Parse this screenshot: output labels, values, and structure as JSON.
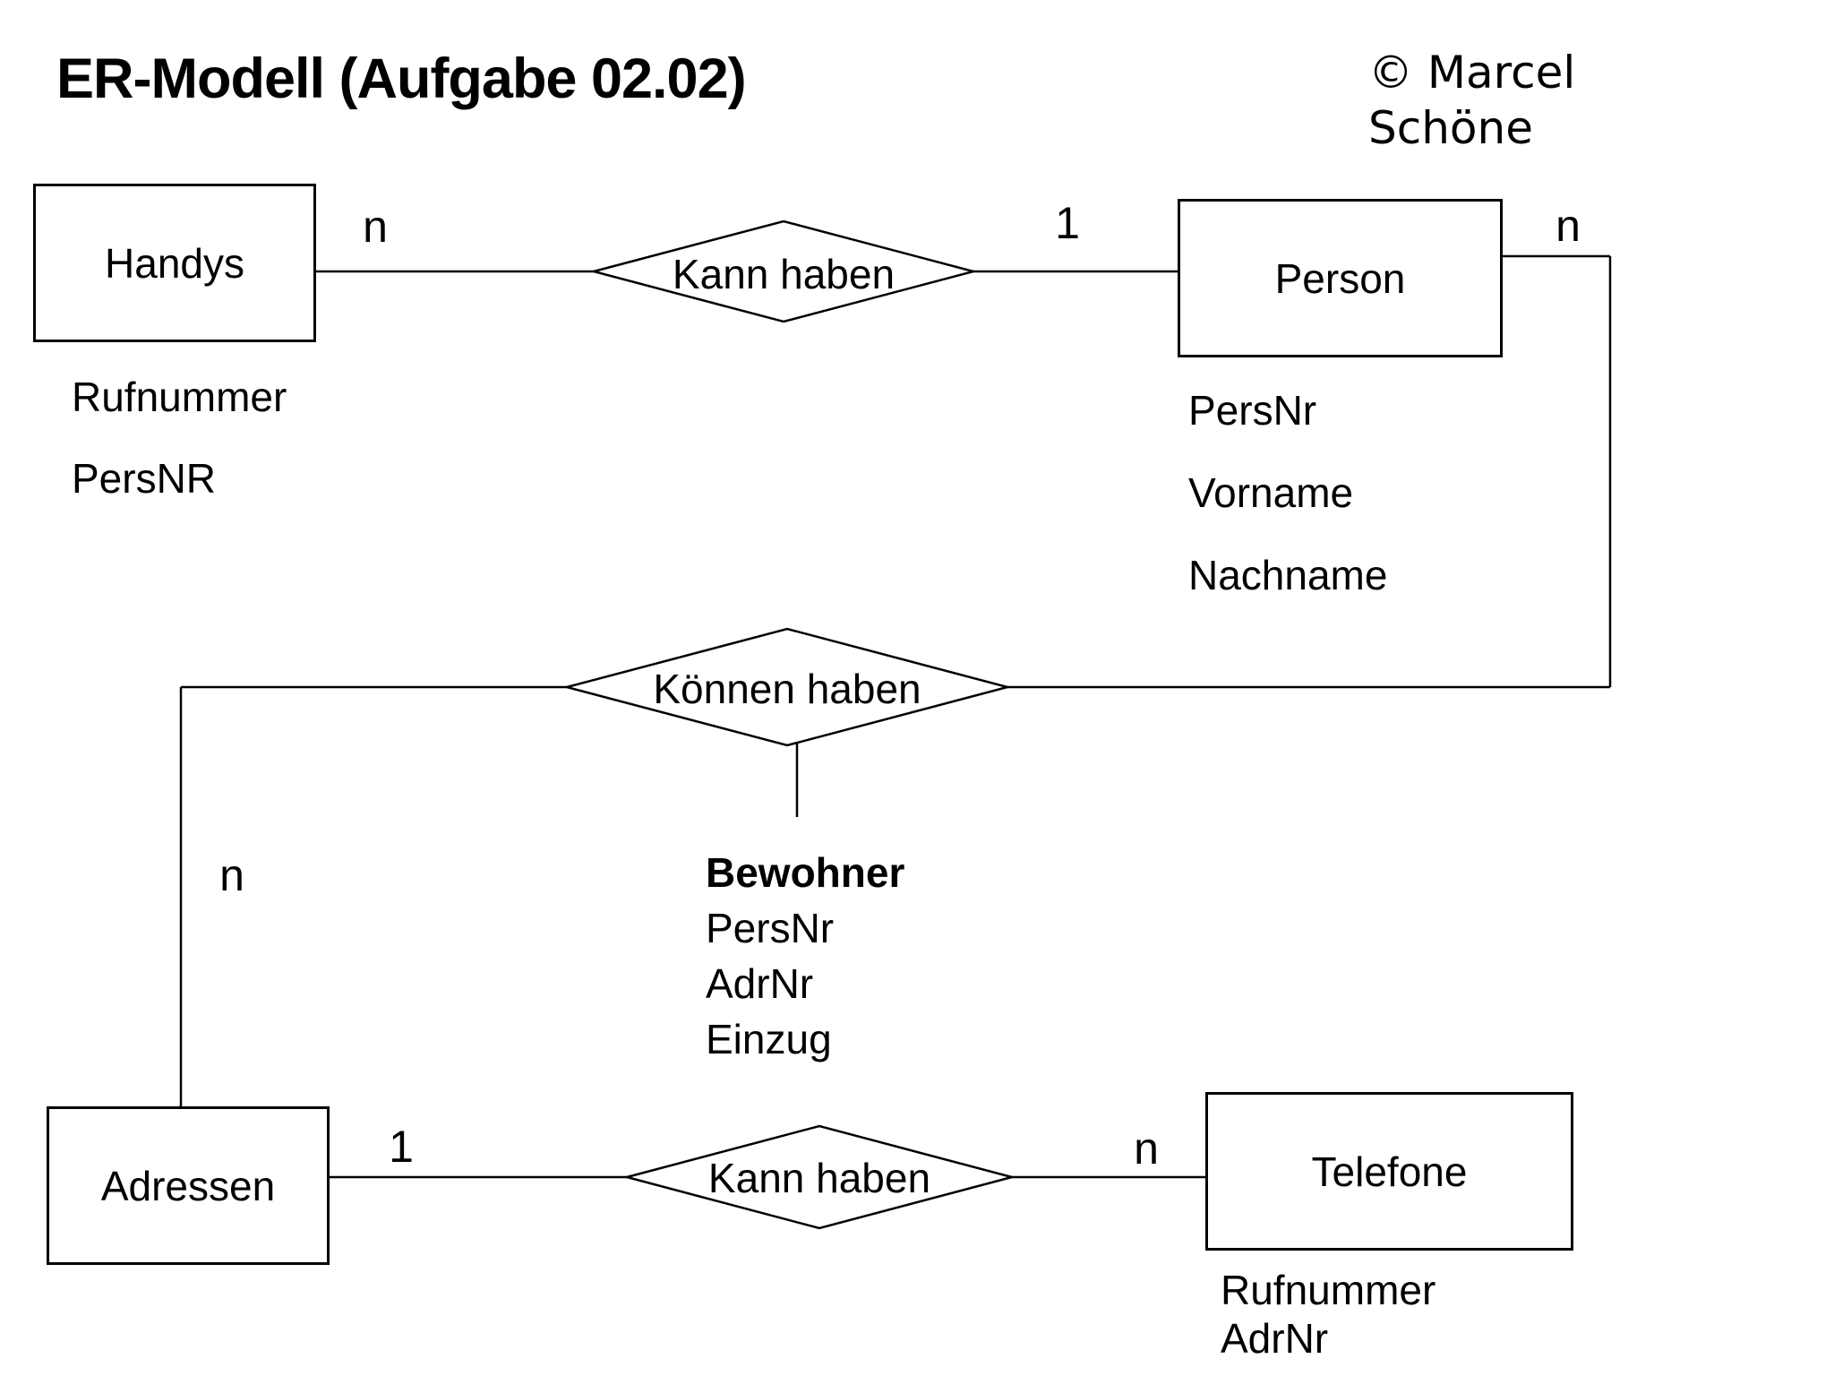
{
  "page": {
    "title": "ER-Modell (Aufgabe 02.02)",
    "credit_line1": "© Marcel",
    "credit_line2": "Schöne"
  },
  "entities": {
    "handys": {
      "label": "Handys",
      "attributes": [
        "Rufnummer",
        "PersNR"
      ]
    },
    "person": {
      "label": "Person",
      "attributes": [
        "PersNr",
        "Vorname",
        "Nachname"
      ]
    },
    "adressen": {
      "label": "Adressen",
      "attributes": []
    },
    "telefone": {
      "label": "Telefone",
      "attributes": [
        "Rufnummer",
        "AdrNr"
      ]
    }
  },
  "relationships": {
    "kann_haben_top": {
      "label": "Kann haben"
    },
    "koennen_haben": {
      "label": "Können haben",
      "attribute_entity": "Bewohner",
      "attributes": [
        "PersNr",
        "AdrNr",
        "Einzug"
      ]
    },
    "kann_haben_bottom": {
      "label": "Kann haben"
    }
  },
  "cardinalities": {
    "handys_side": "n",
    "person_top_side": "1",
    "person_right_side": "n",
    "adressen_top_side": "n",
    "adressen_right_side": "1",
    "telefone_side": "n"
  },
  "colors": {
    "ink": "#000000",
    "background": "#ffffff"
  }
}
